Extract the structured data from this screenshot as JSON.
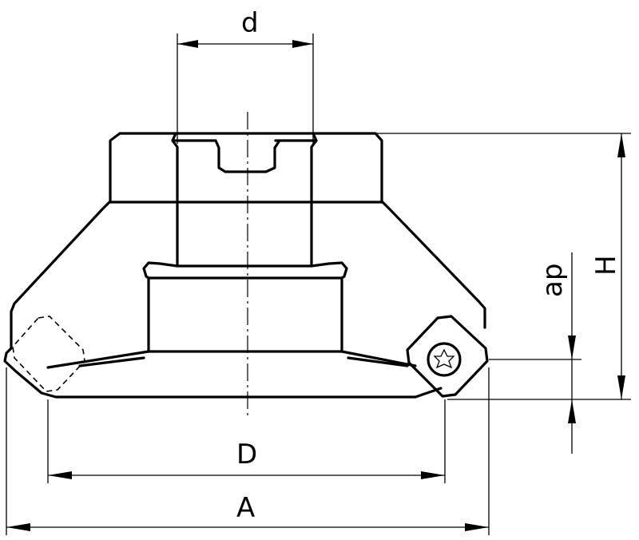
{
  "diagram": {
    "dimensions": {
      "d": "d",
      "D": "D",
      "A": "A",
      "H": "H",
      "ap": "ap"
    }
  }
}
